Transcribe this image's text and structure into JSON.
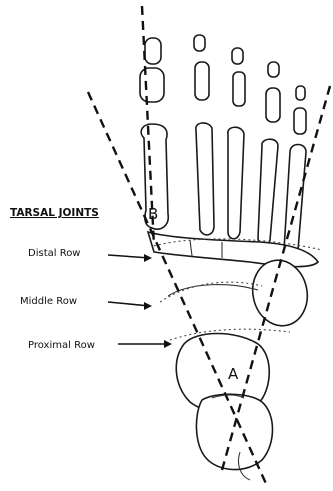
{
  "title": "TARSAL JOINTS",
  "labels": {
    "distal": "Distal Row",
    "middle": "Middle Row",
    "proximal": "Proximal Row"
  },
  "angle_labels": {
    "a": "A",
    "b": "B"
  }
}
